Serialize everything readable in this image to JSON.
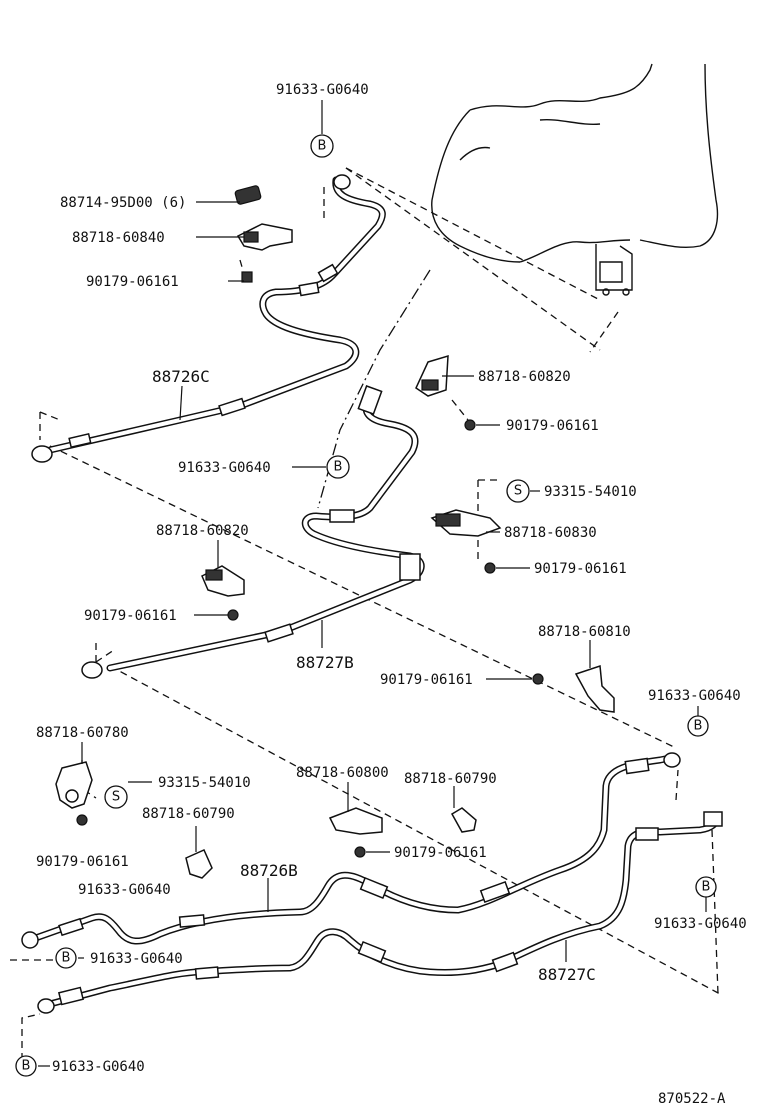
{
  "labels": {
    "top_91633": "91633-G0640",
    "p88714": "88714-95D00 (6)",
    "p88718_60840": "88718-60840",
    "p90179_a": "90179-06161",
    "p88726C": "88726C",
    "p88718_60820_a": "88718-60820",
    "p90179_b": "90179-06161",
    "p91633_mid": "91633-G0640",
    "p93315_a": "93315-54010",
    "p88718_60830": "88718-60830",
    "p90179_c": "90179-06161",
    "p88718_60820_b": "88718-60820",
    "p90179_d": "90179-06161",
    "p88727B": "88727B",
    "p88718_60810": "88718-60810",
    "p90179_e": "90179-06161",
    "p91633_right": "91633-G0640",
    "p88718_60780": "88718-60780",
    "p93315_b": "93315-54010",
    "p88718_60800": "88718-60800",
    "p88718_60790_a": "88718-60790",
    "p88718_60790_b": "88718-60790",
    "p90179_f": "90179-06161",
    "p90179_g": "90179-06161",
    "p88726B": "88726B",
    "p91633_lower": "91633-G0640",
    "p91633_far_right": "91633-G0640",
    "p88727C": "88727C",
    "p91633_bottom_left_1": "91633-G0640",
    "p91633_bottom_left_2": "91633-G0640",
    "diagram_id": "870522-A"
  },
  "markers": {
    "b": "B",
    "s": "S"
  }
}
